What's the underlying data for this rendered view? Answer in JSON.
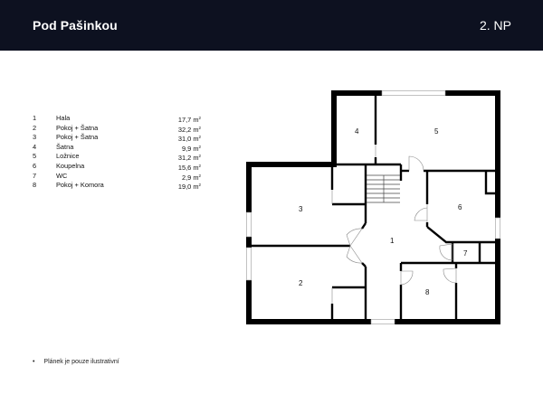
{
  "header": {
    "title": "Pod Pašinkou",
    "floor": "2. NP",
    "background": "#0d1120"
  },
  "legend": {
    "rooms": [
      {
        "num": "1",
        "name": "Hala",
        "area": "17,7 m",
        "unit_sup": "2"
      },
      {
        "num": "2",
        "name": "Pokoj + Šatna",
        "area": "32,2 m",
        "unit_sup": "2"
      },
      {
        "num": "3",
        "name": "Pokoj + Šatna",
        "area": "31,0 m",
        "unit_sup": "2"
      },
      {
        "num": "4",
        "name": "Šatna",
        "area": "9,9 m",
        "unit_sup": "2"
      },
      {
        "num": "5",
        "name": "Ložnice",
        "area": "31,2 m",
        "unit_sup": "2"
      },
      {
        "num": "6",
        "name": "Koupelna",
        "area": "15,6 m",
        "unit_sup": "2"
      },
      {
        "num": "7",
        "name": "WC",
        "area": "2,9 m",
        "unit_sup": "2"
      },
      {
        "num": "8",
        "name": "Pokoj + Komora",
        "area": "19,0 m",
        "unit_sup": "2"
      }
    ]
  },
  "plan": {
    "labels": {
      "r1": "1",
      "r2": "2",
      "r3": "3",
      "r4": "4",
      "r5": "5",
      "r6": "6",
      "r7": "7",
      "r8": "8"
    }
  },
  "note": {
    "bullet": "•",
    "text": "Plánek je pouze ilustrativní"
  }
}
